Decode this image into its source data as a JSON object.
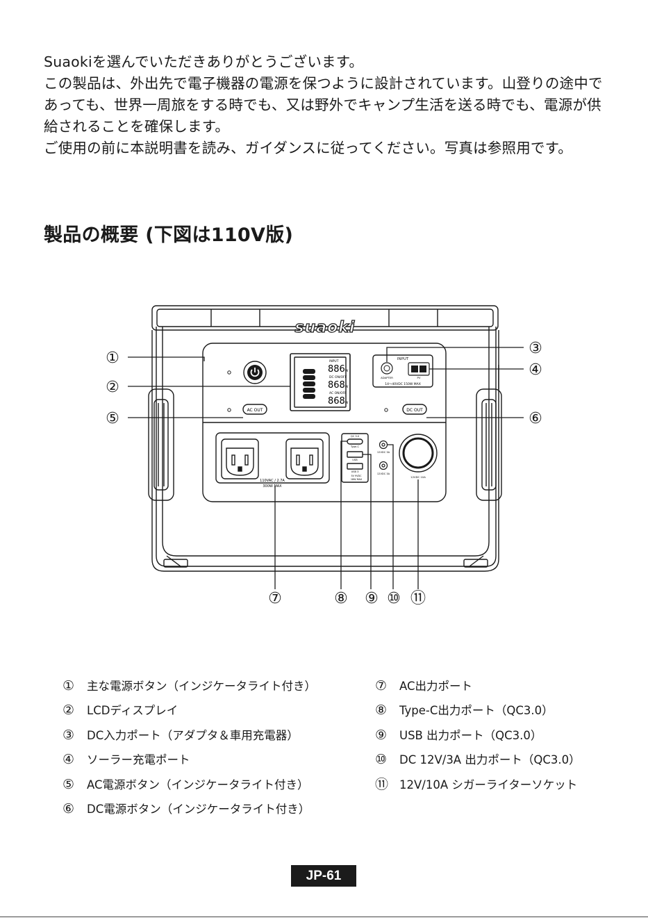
{
  "intro": {
    "paragraphs": [
      "Suaokiを選んでいただきありがとうございます。",
      "この製品は、外出先で電子機器の電源を保つように設計されています。山登りの途中であっても、世界一周旅をする時でも、又は野外でキャンプ生活を送る時でも、電源が供給されることを確保します。",
      "ご使用の前に本説明書を読み、ガイダンスに従ってください。写真は参照用です。"
    ]
  },
  "section_title": "製品の概要 (下図は110V版)",
  "diagram": {
    "brand": "suaoki",
    "callouts": [
      "①",
      "②",
      "③",
      "④",
      "⑤",
      "⑥",
      "⑦",
      "⑧",
      "⑨",
      "⑩",
      "⑪"
    ],
    "lcd": {
      "input_label": "INPUT",
      "dc_label": "DC  ON/OFF",
      "ac_label": "AC  ON/OFF",
      "input_value": "886",
      "dc_value": "868",
      "ac_value": "868",
      "unit": "W"
    },
    "ac_out_label": "AC OUT",
    "dc_out_label": "DC OUT",
    "input_panel": {
      "title": "INPUT",
      "adapter": "ADAPTER",
      "pv": "PV",
      "spec": "14～40VDC 150W MAX"
    },
    "ac_spec_1": "110VAC / 2.7A",
    "ac_spec_2": "300W MAX",
    "usb": {
      "qc_top": "QC 3.0",
      "type_c": "Type-C",
      "usb1": "USB",
      "usb2": "USB 3",
      "usb_spec_1": "5V 9VDC",
      "usb_spec_2": "18W MAX"
    },
    "dc_port_label_1": "12VDC 3A",
    "dc_port_label_2": "12VDC 3A",
    "cig_label": "12VDC 10A"
  },
  "legend": {
    "left": [
      {
        "num": "①",
        "text": "主な電源ボタン（インジケータライト付き）"
      },
      {
        "num": "②",
        "text": "LCDディスプレイ"
      },
      {
        "num": "③",
        "text": "DC入力ポート（アダプタ＆車用充電器）"
      },
      {
        "num": "④",
        "text": "ソーラー充電ポート"
      },
      {
        "num": "⑤",
        "text": "AC電源ボタン（インジケータライト付き）"
      },
      {
        "num": "⑥",
        "text": "DC電源ボタン（インジケータライト付き）"
      }
    ],
    "right": [
      {
        "num": "⑦",
        "text": "AC出力ポート"
      },
      {
        "num": "⑧",
        "text": "Type-C出力ポート（QC3.0）"
      },
      {
        "num": "⑨",
        "text": "USB 出力ポート（QC3.0）"
      },
      {
        "num": "⑩",
        "text": "DC 12V/3A 出力ポート（QC3.0）"
      },
      {
        "num": "⑪",
        "text": "12V/10A シガーライターソケット"
      }
    ]
  },
  "page_number": "JP-61"
}
